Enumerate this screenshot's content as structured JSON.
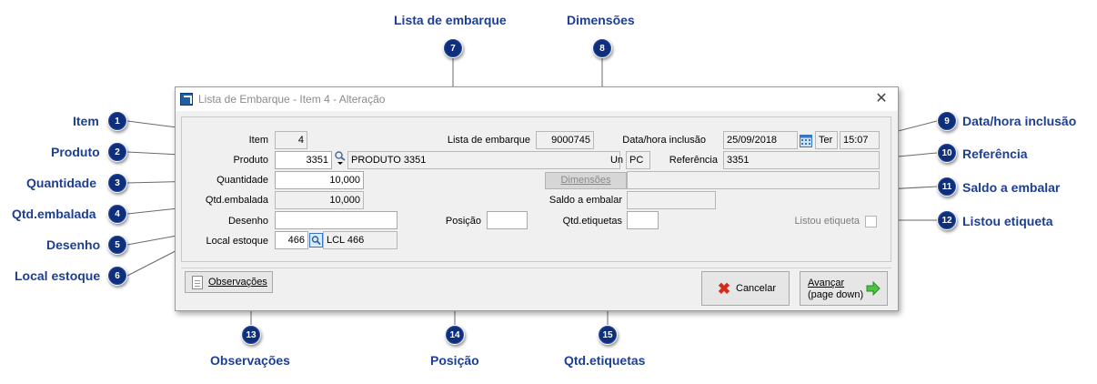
{
  "window": {
    "title": "Lista de Embarque - Item 4 - Alteração",
    "close_glyph": "✕"
  },
  "form": {
    "item_label": "Item",
    "item_value": "4",
    "lista_label": "Lista de embarque",
    "lista_value": "9000745",
    "data_label": "Data/hora inclusão",
    "data_value": "25/09/2018",
    "dia_value": "Ter",
    "hora_value": "15:07",
    "produto_label": "Produto",
    "produto_code": "3351",
    "produto_desc": "PRODUTO 3351",
    "un_label": "Un",
    "un_value": "PC",
    "referencia_label": "Referência",
    "referencia_value": "3351",
    "quantidade_label": "Quantidade",
    "quantidade_value": "10,000",
    "dimensoes_button": "Dimensões",
    "dimensoes_value": "",
    "qtd_embalada_label": "Qtd.embalada",
    "qtd_embalada_value": "10,000",
    "saldo_label": "Saldo a embalar",
    "saldo_value": "",
    "desenho_label": "Desenho",
    "desenho_value": "",
    "posicao_label": "Posição",
    "posicao_value": "",
    "qtd_etiquetas_label": "Qtd.etiquetas",
    "qtd_etiquetas_value": "",
    "listou_label": "Listou etiqueta",
    "listou_checked": false,
    "local_label": "Local estoque",
    "local_code": "466",
    "local_desc": "LCL 466"
  },
  "buttons": {
    "observacoes": "Observações",
    "cancelar": "Cancelar",
    "avancar_line1": "Avançar",
    "avancar_line2": "(page down)"
  },
  "callouts": [
    {
      "num": "1",
      "text": "Item"
    },
    {
      "num": "2",
      "text": "Produto"
    },
    {
      "num": "3",
      "text": "Quantidade"
    },
    {
      "num": "4",
      "text": "Qtd.embalada"
    },
    {
      "num": "5",
      "text": "Desenho"
    },
    {
      "num": "6",
      "text": "Local estoque"
    },
    {
      "num": "7",
      "text": "Lista de embarque"
    },
    {
      "num": "8",
      "text": "Dimensões"
    },
    {
      "num": "9",
      "text": "Data/hora inclusão"
    },
    {
      "num": "10",
      "text": "Referência"
    },
    {
      "num": "11",
      "text": "Saldo a embalar"
    },
    {
      "num": "12",
      "text": "Listou etiqueta"
    },
    {
      "num": "13",
      "text": "Observações"
    },
    {
      "num": "14",
      "text": "Posição"
    },
    {
      "num": "15",
      "text": "Qtd.etiquetas"
    }
  ],
  "colors": {
    "callout_text": "#1c3f94",
    "badge_fill": "#0f2f7a"
  }
}
